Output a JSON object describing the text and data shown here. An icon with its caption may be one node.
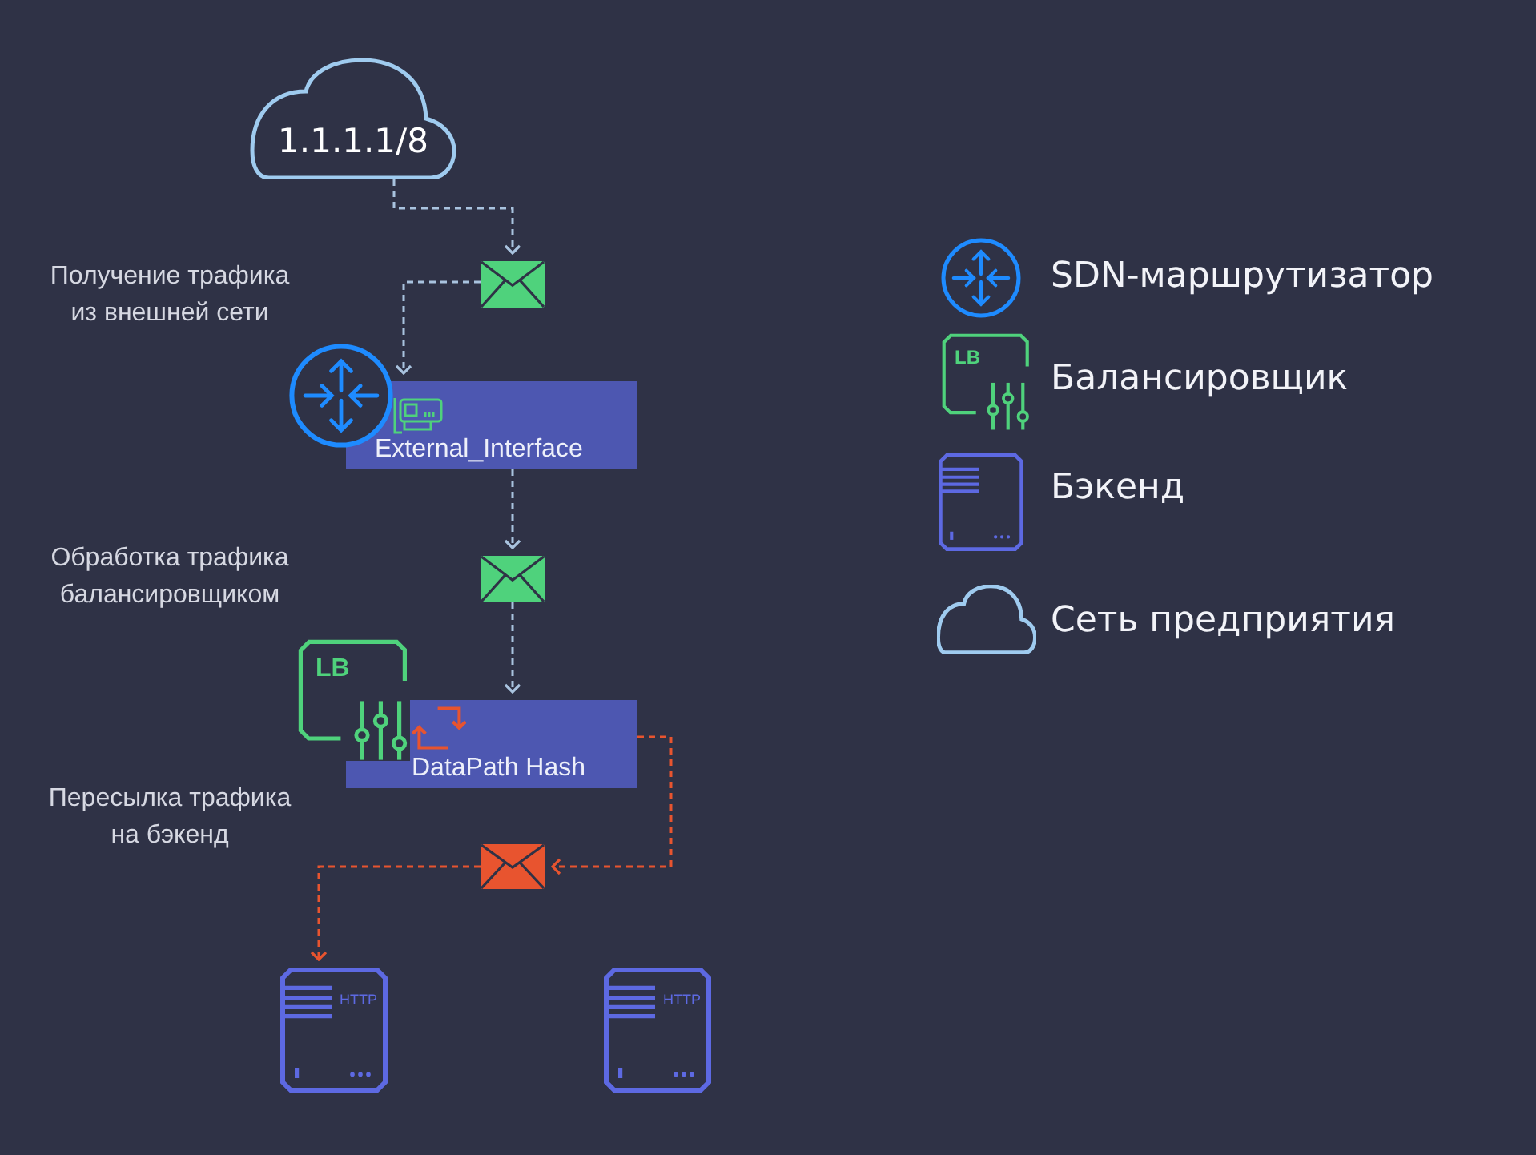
{
  "diagram": {
    "nodes": [
      {
        "text": [
          "1.1.1.1/8"
        ]
      },
      {
        "text": [],
        "shape": "envelope"
      },
      {
        "text": [
          "External_Interface"
        ]
      },
      {
        "text": [],
        "shape": "envelope"
      },
      {
        "text": [
          "DataPath Hash"
        ]
      },
      {
        "text": [],
        "shape": "envelope"
      },
      {
        "text": [
          "HTTP"
        ]
      },
      {
        "text": [
          "HTTP"
        ]
      }
    ],
    "edges": [
      {
        "from": 0,
        "to": 1,
        "arrow": "to",
        "style": "dashed"
      },
      {
        "from": 1,
        "to": 2,
        "arrow": "to",
        "style": "dashed"
      },
      {
        "from": 2,
        "to": 3,
        "arrow": "to",
        "style": "dashed"
      },
      {
        "from": 3,
        "to": 4,
        "arrow": "to",
        "style": "dashed"
      },
      {
        "from": 4,
        "to": 5,
        "arrow": "to",
        "style": "dashed",
        "color": "#e8542f"
      },
      {
        "from": 5,
        "to": 6,
        "arrow": "to",
        "style": "dashed",
        "color": "#e8542f"
      }
    ],
    "labels": [
      "Получение трафика из внешней сети",
      "Обработка трафика балансировщиком",
      "LB",
      "Пересылка трафика на бэкенд",
      "LB"
    ],
    "legend": [
      {
        "text": "SDN-маршрутизатор"
      },
      {
        "text": "Балансировщик"
      },
      {
        "text": "Бэкенд"
      },
      {
        "text": "Сеть предприятия"
      }
    ]
  }
}
